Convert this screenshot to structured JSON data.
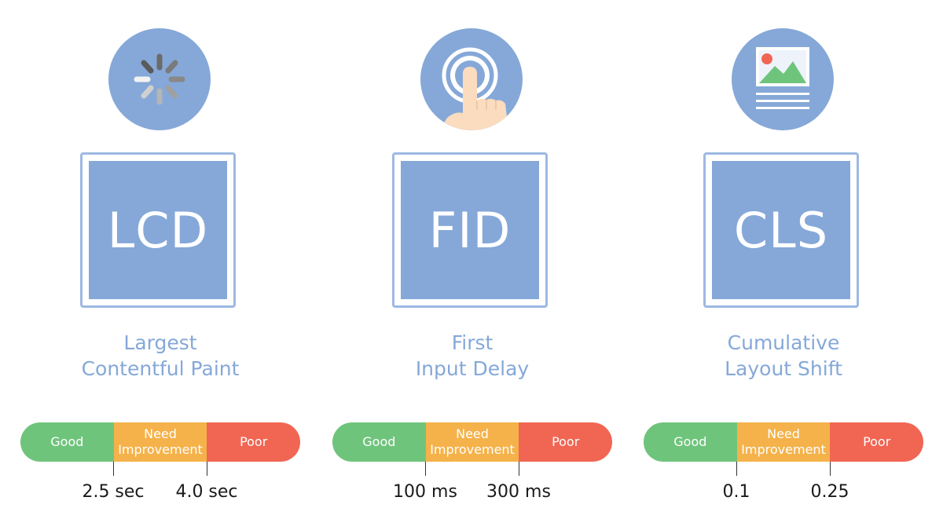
{
  "metrics": [
    {
      "abbr": "LCD",
      "name_line1": "Largest",
      "name_line2": "Contentful Paint",
      "icon": "loading-spinner-icon",
      "scale": {
        "good": "Good",
        "need_line1": "Need",
        "need_line2": "Improvement",
        "poor": "Poor"
      },
      "thresholds": [
        "2.5 sec",
        "4.0 sec"
      ]
    },
    {
      "abbr": "FID",
      "name_line1": "First",
      "name_line2": "Input Delay",
      "icon": "tap-finger-icon",
      "scale": {
        "good": "Good",
        "need_line1": "Need",
        "need_line2": "Improvement",
        "poor": "Poor"
      },
      "thresholds": [
        "100 ms",
        "300 ms"
      ]
    },
    {
      "abbr": "CLS",
      "name_line1": "Cumulative",
      "name_line2": "Layout Shift",
      "icon": "image-document-icon",
      "scale": {
        "good": "Good",
        "need_line1": "Need",
        "need_line2": "Improvement",
        "poor": "Poor"
      },
      "thresholds": [
        "0.1",
        "0.25"
      ]
    }
  ],
  "colors": {
    "accent": "#85a8d8",
    "good": "#6fc47c",
    "need_improvement": "#f5b24a",
    "poor": "#f16553"
  }
}
